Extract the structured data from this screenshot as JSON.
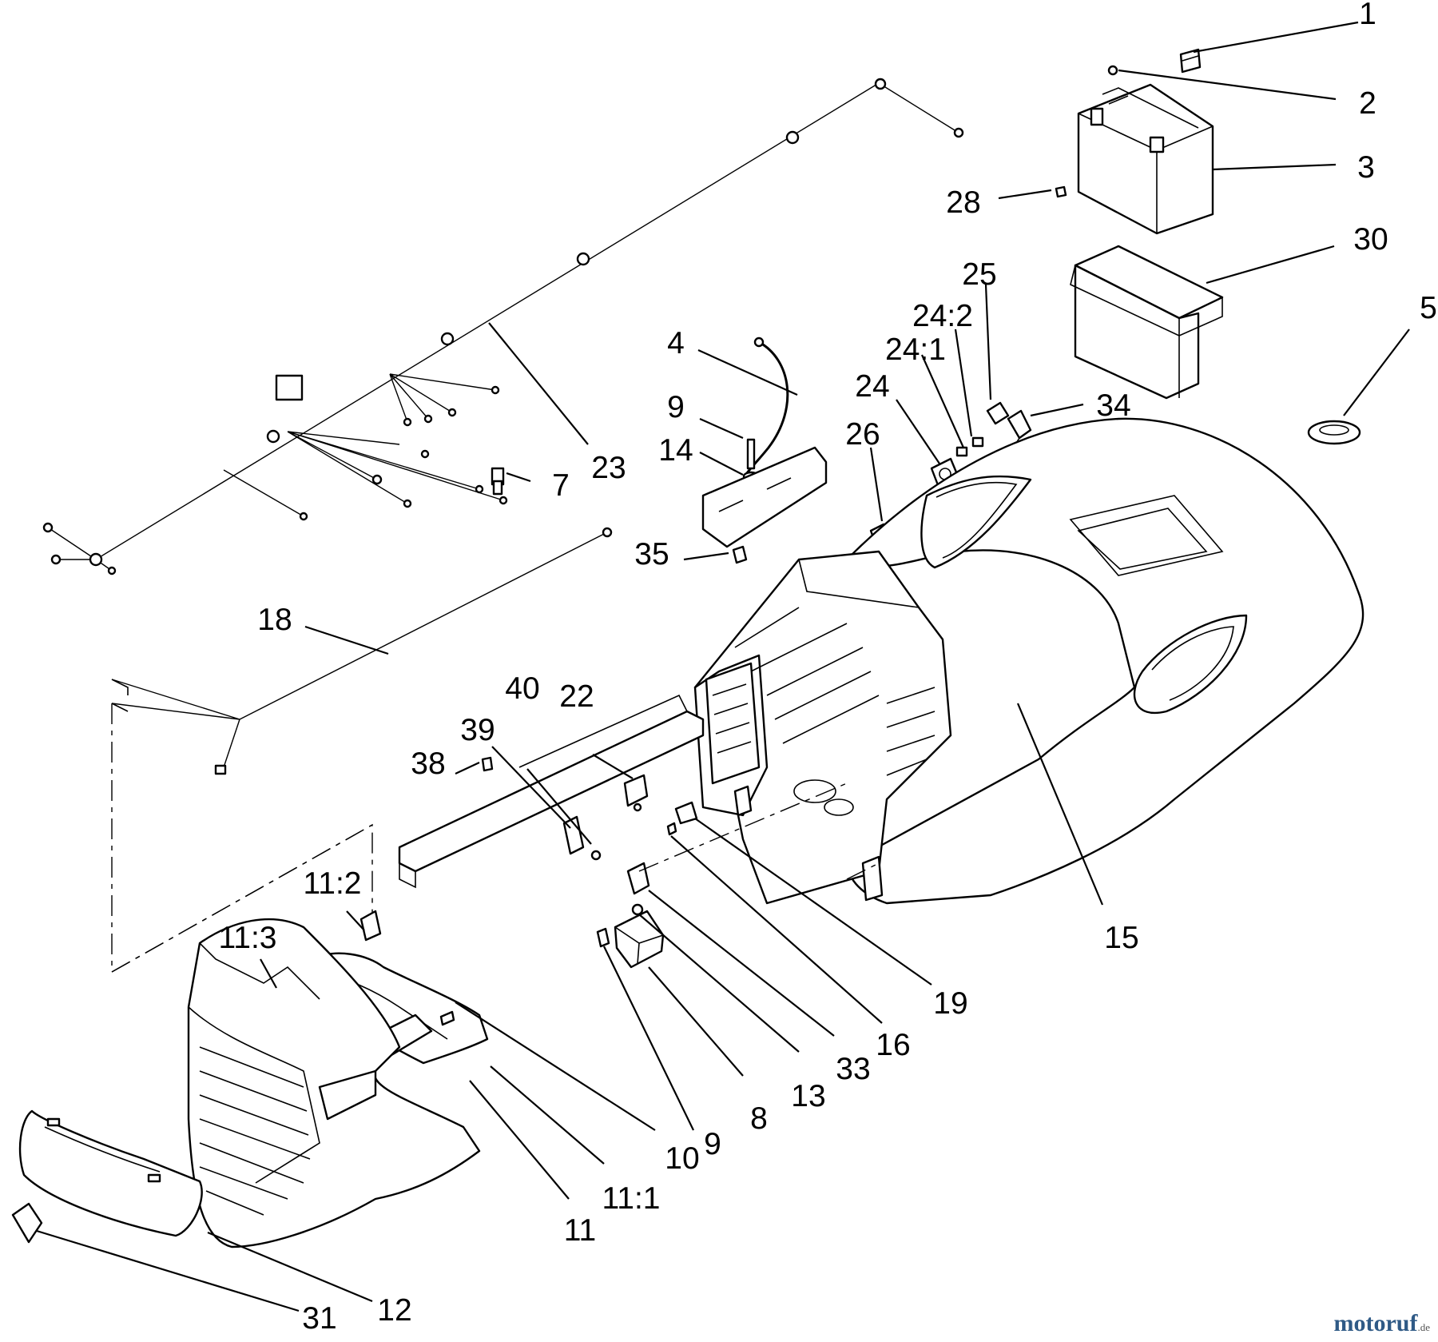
{
  "callouts": [
    {
      "id": "c1",
      "label": "1"
    },
    {
      "id": "c2",
      "label": "2"
    },
    {
      "id": "c3",
      "label": "3"
    },
    {
      "id": "c28",
      "label": "28"
    },
    {
      "id": "c30",
      "label": "30"
    },
    {
      "id": "c5",
      "label": "5"
    },
    {
      "id": "c25",
      "label": "25"
    },
    {
      "id": "c24_2",
      "label": "24:2"
    },
    {
      "id": "c24_1",
      "label": "24:1"
    },
    {
      "id": "c24",
      "label": "24"
    },
    {
      "id": "c34",
      "label": "34"
    },
    {
      "id": "c26",
      "label": "26"
    },
    {
      "id": "c4",
      "label": "4"
    },
    {
      "id": "c9a",
      "label": "9"
    },
    {
      "id": "c14",
      "label": "14"
    },
    {
      "id": "c23",
      "label": "23"
    },
    {
      "id": "c7",
      "label": "7"
    },
    {
      "id": "c35",
      "label": "35"
    },
    {
      "id": "c18",
      "label": "18"
    },
    {
      "id": "c40",
      "label": "40"
    },
    {
      "id": "c22",
      "label": "22"
    },
    {
      "id": "c39",
      "label": "39"
    },
    {
      "id": "c38",
      "label": "38"
    },
    {
      "id": "c15",
      "label": "15"
    },
    {
      "id": "c11_2",
      "label": "11:2"
    },
    {
      "id": "c11_3",
      "label": "11:3"
    },
    {
      "id": "c19",
      "label": "19"
    },
    {
      "id": "c16",
      "label": "16"
    },
    {
      "id": "c33",
      "label": "33"
    },
    {
      "id": "c13",
      "label": "13"
    },
    {
      "id": "c8",
      "label": "8"
    },
    {
      "id": "c9b",
      "label": "9"
    },
    {
      "id": "c10",
      "label": "10"
    },
    {
      "id": "c11_1",
      "label": "11:1"
    },
    {
      "id": "c11",
      "label": "11"
    },
    {
      "id": "c12",
      "label": "12"
    },
    {
      "id": "c31",
      "label": "31"
    }
  ],
  "watermark": {
    "brand": "motoruf",
    "tld": ".de"
  }
}
